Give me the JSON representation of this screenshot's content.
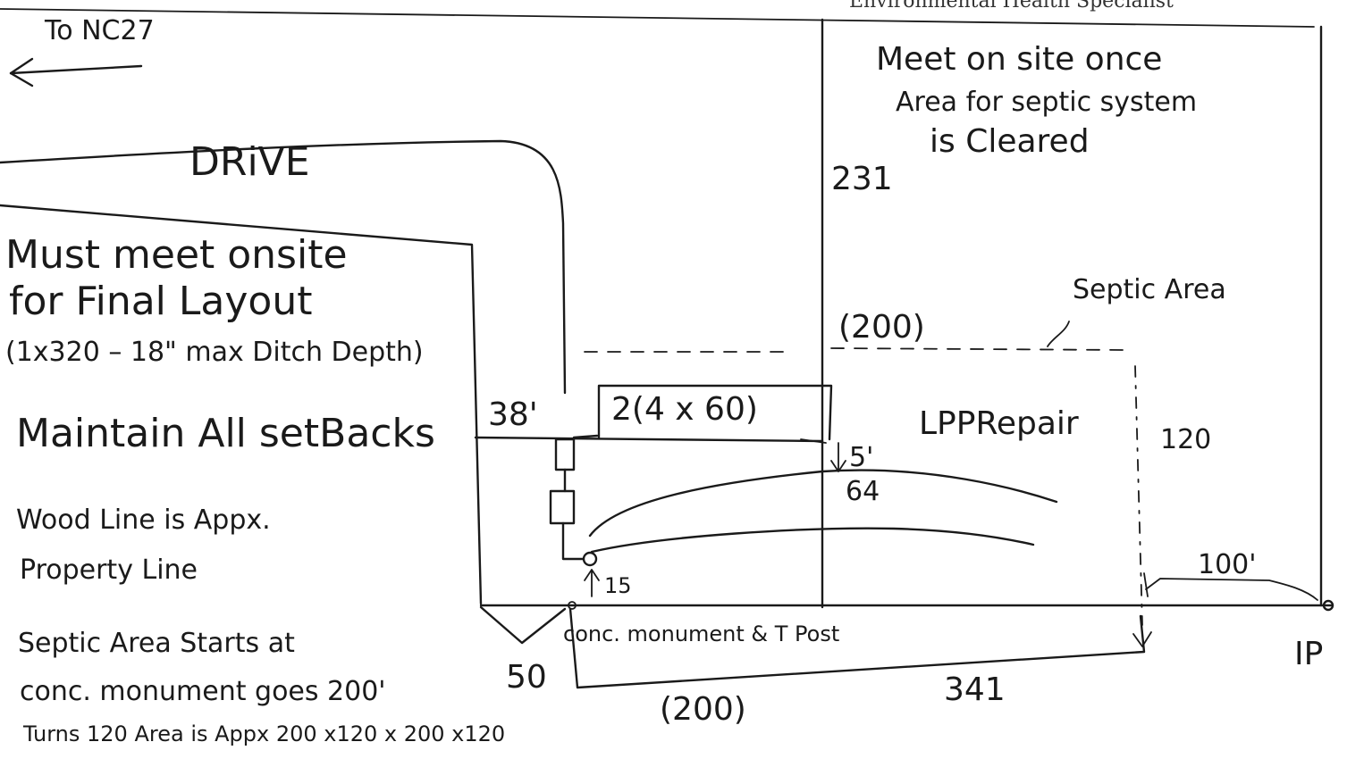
{
  "header": {
    "partial_text": "Environmental Health Specialist"
  },
  "labels": {
    "to_road": "To NC27",
    "drive": "DRiVE",
    "note_meet_1": "Meet on site once",
    "note_meet_2": "Area for septic system",
    "note_meet_3": "is Cleared",
    "must_meet_1": "Must meet onsite",
    "must_meet_2": "for Final Layout",
    "must_meet_3": "(1x320 – 18\" max Ditch Depth)",
    "maintain": "Maintain All setBacks",
    "woodline_1": "Wood Line is Appx.",
    "woodline_2": "Property Line",
    "septic_start_1": "Septic Area Starts at",
    "septic_start_2": "conc. monument goes 200'",
    "septic_start_3": "Turns 120   Area is Appx 200 x120 x 200 x120",
    "septic_area": "Septic Area",
    "lpp_repair": "LPPRepair",
    "trench_size": "2(4 x 60)",
    "monument": "conc. monument & T Post",
    "corner_ip": "IP"
  },
  "dimensions": {
    "d231": "231",
    "d200_upper": "(200)",
    "d38": "38'",
    "d5": "5'",
    "d64": "64",
    "d15": "15",
    "d120": "120",
    "d100": "100'",
    "d50": "50",
    "d341": "341",
    "d200_lower": "(200)"
  }
}
